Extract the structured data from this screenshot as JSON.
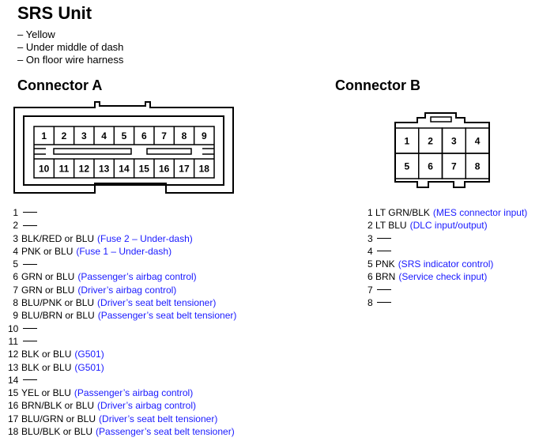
{
  "title": "SRS Unit",
  "notes": [
    "– Yellow",
    "– Under middle of dash",
    "– On floor wire harness"
  ],
  "connector_a": {
    "heading": "Connector A",
    "top_row": [
      "1",
      "2",
      "3",
      "4",
      "5",
      "6",
      "7",
      "8",
      "9"
    ],
    "bottom_row": [
      "10",
      "11",
      "12",
      "13",
      "14",
      "15",
      "16",
      "17",
      "18"
    ],
    "pins": [
      {
        "num": "1",
        "wire": "",
        "desc": ""
      },
      {
        "num": "2",
        "wire": "",
        "desc": ""
      },
      {
        "num": "3",
        "wire": "BLK/RED or BLU",
        "desc": "(Fuse 2 – Under-dash)"
      },
      {
        "num": "4",
        "wire": "PNK or BLU",
        "desc": "(Fuse 1 – Under-dash)"
      },
      {
        "num": "5",
        "wire": "",
        "desc": ""
      },
      {
        "num": "6",
        "wire": "GRN or BLU",
        "desc": "(Passenger’s airbag control)"
      },
      {
        "num": "7",
        "wire": "GRN or BLU",
        "desc": "(Driver’s airbag control)"
      },
      {
        "num": "8",
        "wire": "BLU/PNK or BLU",
        "desc": "(Driver’s seat belt tensioner)"
      },
      {
        "num": "9",
        "wire": "BLU/BRN or BLU",
        "desc": "(Passenger’s seat belt tensioner)"
      },
      {
        "num": "10",
        "wire": "",
        "desc": ""
      },
      {
        "num": "11",
        "wire": "",
        "desc": ""
      },
      {
        "num": "12",
        "wire": "BLK or BLU",
        "desc": "(G501)"
      },
      {
        "num": "13",
        "wire": "BLK or BLU",
        "desc": "(G501)"
      },
      {
        "num": "14",
        "wire": "",
        "desc": ""
      },
      {
        "num": "15",
        "wire": "YEL or BLU",
        "desc": "(Passenger’s airbag control)"
      },
      {
        "num": "16",
        "wire": "BRN/BLK or BLU",
        "desc": "(Driver’s airbag control)"
      },
      {
        "num": "17",
        "wire": "BLU/GRN or BLU",
        "desc": "(Driver’s seat belt tensioner)"
      },
      {
        "num": "18",
        "wire": "BLU/BLK or BLU",
        "desc": "(Passenger’s seat belt tensioner)"
      }
    ]
  },
  "connector_b": {
    "heading": "Connector B",
    "top_row": [
      "1",
      "2",
      "3",
      "4"
    ],
    "bottom_row": [
      "5",
      "6",
      "7",
      "8"
    ],
    "pins": [
      {
        "num": "1",
        "wire": "LT GRN/BLK",
        "desc": "(MES connector input)"
      },
      {
        "num": "2",
        "wire": "LT BLU",
        "desc": "(DLC input/output)"
      },
      {
        "num": "3",
        "wire": "",
        "desc": ""
      },
      {
        "num": "4",
        "wire": "",
        "desc": ""
      },
      {
        "num": "5",
        "wire": "PNK",
        "desc": "(SRS indicator control)"
      },
      {
        "num": "6",
        "wire": "BRN",
        "desc": "(Service check input)"
      },
      {
        "num": "7",
        "wire": "",
        "desc": ""
      },
      {
        "num": "8",
        "wire": "",
        "desc": ""
      }
    ]
  },
  "colors": {
    "description": "#1a1aff",
    "text": "#000000"
  }
}
